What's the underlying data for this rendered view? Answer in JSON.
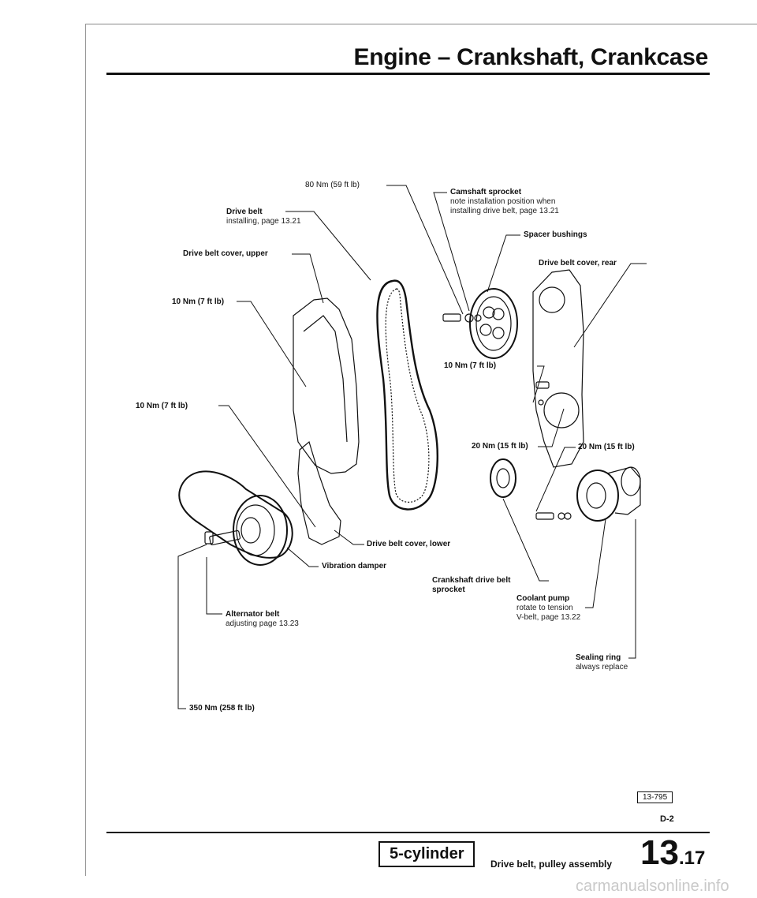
{
  "header": {
    "title": "Engine – Crankshaft, Crankcase"
  },
  "labels": {
    "torque_80": "80 Nm (59 ft lb)",
    "drive_belt": "Drive belt",
    "drive_belt_note": "installing, page 13.21",
    "cover_upper": "Drive belt cover, upper",
    "torque_10a": "10 Nm (7 ft lb)",
    "torque_10b": "10 Nm (7 ft lb)",
    "camshaft_sprocket": "Camshaft sprocket",
    "camshaft_note1": "note installation position when",
    "camshaft_note2": "installing drive belt, page 13.21",
    "spacer_bushings": "Spacer bushings",
    "cover_rear": "Drive belt cover, rear",
    "torque_10c": "10 Nm (7 ft lb)",
    "torque_20a": "20 Nm (15 ft lb)",
    "torque_20b": "20 Nm (15 ft lb)",
    "cover_lower": "Drive belt cover, lower",
    "vibration_damper": "Vibration damper",
    "crank_sprocket1": "Crankshaft drive belt",
    "crank_sprocket2": "sprocket",
    "coolant_pump": "Coolant pump",
    "coolant_note1": "rotate to tension",
    "coolant_note2": "V-belt, page 13.22",
    "alternator_belt": "Alternator belt",
    "alternator_note": "adjusting page 13.23",
    "sealing_ring": "Sealing ring",
    "sealing_note": "always replace",
    "torque_350": "350 Nm (258 ft lb)"
  },
  "footer": {
    "figure_ref": "13-795",
    "doc_ref": "D-2",
    "section": "5-cylinder",
    "title": "Drive belt, pulley assembly",
    "page_main": "13",
    "page_sub": ".17",
    "watermark": "carmanualsonline.info"
  }
}
